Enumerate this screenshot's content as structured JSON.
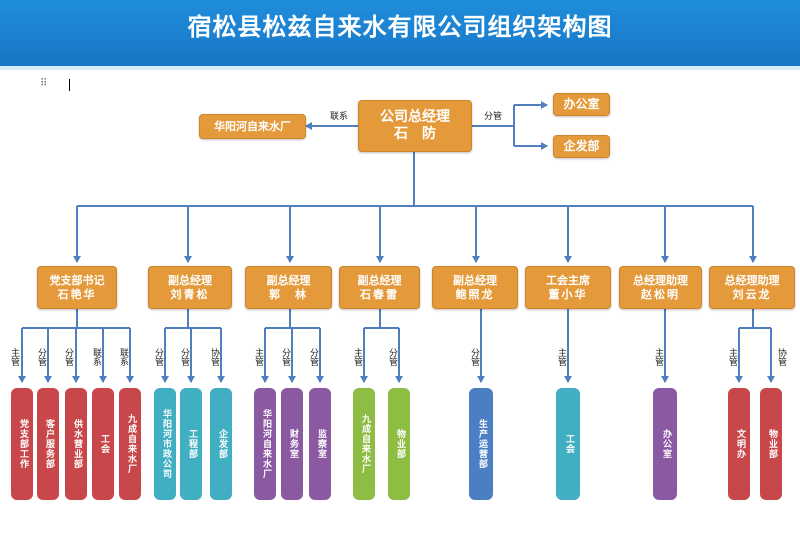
{
  "title": "宿松县松兹自来水有限公司组织架构图",
  "toolbar": {
    "handle": "⠿"
  },
  "ceo": {
    "title": "公司总经理",
    "name": "石　防"
  },
  "liaison": {
    "label": "联系",
    "unit": "华阳河自来水厂"
  },
  "direct": {
    "label": "分管",
    "items": [
      "办公室",
      "企发部"
    ]
  },
  "managers": [
    {
      "title": "党支部书记",
      "name": "石艳华"
    },
    {
      "title": "副总经理",
      "name": "刘青松"
    },
    {
      "title": "副总经理",
      "name": "郭　林"
    },
    {
      "title": "副总经理",
      "name": "石春雷"
    },
    {
      "title": "副总经理",
      "name": "鲍照龙"
    },
    {
      "title": "工会主席",
      "name": "董小华"
    },
    {
      "title": "总经理助理",
      "name": "赵松明"
    },
    {
      "title": "总经理助理",
      "name": "刘云龙"
    }
  ],
  "relations": [
    [
      "主管",
      "分管",
      "分管",
      "联系",
      "联系"
    ],
    [
      "分管",
      "分管",
      "协管"
    ],
    [
      "主管",
      "分管",
      "分管"
    ],
    [
      "主管",
      "分管"
    ],
    [
      "分管"
    ],
    [
      "主管"
    ],
    [
      "主管"
    ],
    [
      "主管",
      "协管"
    ]
  ],
  "departments": [
    [
      "党支部工作",
      "客户服务部",
      "供水营业部",
      "工会",
      "九成自来水厂"
    ],
    [
      "华阳河市政公司",
      "工程部",
      "企发部"
    ],
    [
      "华阳河自来水厂",
      "财务室",
      "监察室"
    ],
    [
      "九成自来水厂",
      "物业部"
    ],
    [
      "生产运营部"
    ],
    [
      "工会"
    ],
    [
      "办公室"
    ],
    [
      "文明办",
      "物业部"
    ]
  ],
  "colors": {
    "header": "#1f8ddb",
    "box": "#e49a3a",
    "line": "#4f7fbf"
  }
}
